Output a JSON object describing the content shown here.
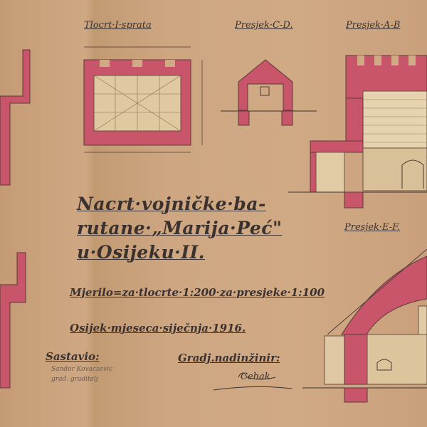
{
  "drawing": {
    "labels": {
      "plan": "Tlocrt·I·sprata",
      "section_cd": "Presjek·C-D.",
      "section_ab": "Presjek·A-B",
      "section_ef": "Presjek·E-F."
    },
    "title": {
      "line1": "Nacrt·vojničke·ba-",
      "line2": "rutane·„Marija·Peć\"",
      "line3": "u·Osijeku·II."
    },
    "scale": "Mjerilo=za·tlocrte·1:200·za·presjeke·1:100",
    "date": "Osijek·mjeseca·siječnja·1916.",
    "author_label": "Sastavio:",
    "author_name": "Sandor Kovacsevic",
    "author_role": "grad. graditelj",
    "approver_label": "Gradj.nadinžinir:",
    "approver_signature": "Cehak",
    "colors": {
      "wall": "#c9556a",
      "ink": "#3b3230"
    }
  }
}
